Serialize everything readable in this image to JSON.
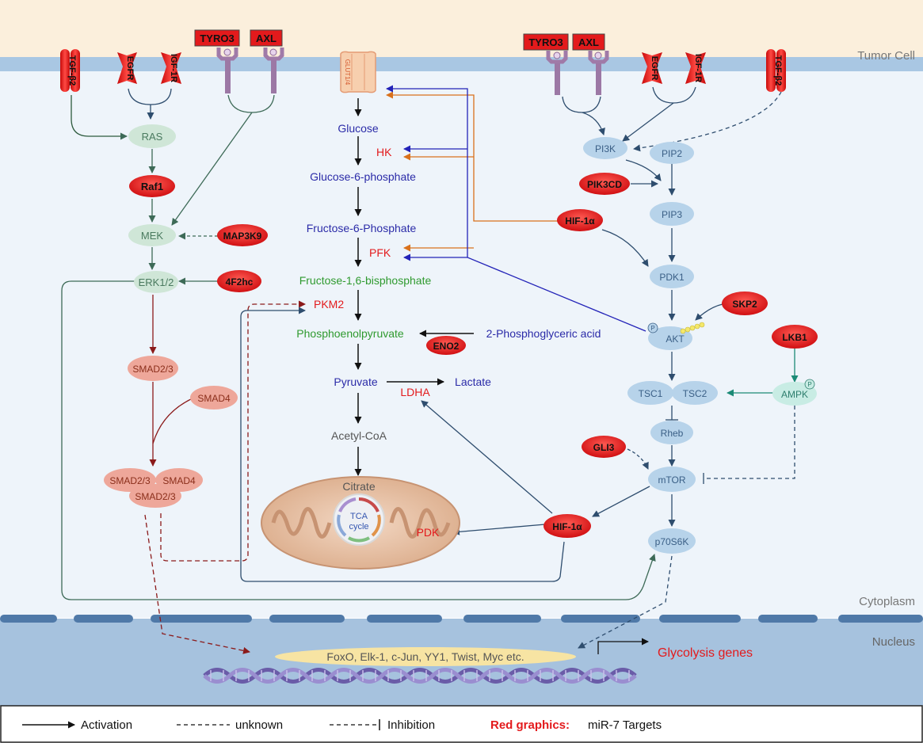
{
  "compartments": {
    "tumor_cell": "Tumor Cell",
    "cytoplasm": "Cytoplasm",
    "nucleus": "Nucleus"
  },
  "receptors": {
    "tgfb2": "TGF-β2",
    "egfr": "EGFR",
    "igf1r": "IGF-1R",
    "tyro3": "TYRO3",
    "axl": "AXL",
    "glut": "GLUT1/4"
  },
  "mapk": {
    "ras": "RAS",
    "raf1": "Raf1",
    "mek": "MEK",
    "map3k9": "MAP3K9",
    "erk": "ERK1/2",
    "f2hc": "4F2hc",
    "smad23": "SMAD2/3",
    "smad4": "SMAD4"
  },
  "glycolysis": {
    "glucose": "Glucose",
    "hk": "HK",
    "g6p": "Glucose-6-phosphate",
    "f6p": "Fructose-6-Phosphate",
    "pfk": "PFK",
    "f16bp": "Fructose-1,6-bisphosphate",
    "pkm2": "PKM2",
    "pep": "Phosphoenolpyruvate",
    "eno2": "ENO2",
    "pga": "2-Phosphoglyceric acid",
    "pyruvate": "Pyruvate",
    "ldha": "LDHA",
    "lactate": "Lactate",
    "acetyl": "Acetyl-CoA",
    "citrate": "Citrate",
    "tca1": "TCA",
    "tca2": "cycle",
    "pdk": "PDK"
  },
  "pi3k": {
    "pi3k": "PI3K",
    "pip2": "PIP2",
    "pik3cd": "PIK3CD",
    "pip3": "PIP3",
    "hif1a": "HIF-1α",
    "pdk1": "PDK1",
    "skp2": "SKP2",
    "akt": "AKT",
    "p": "P",
    "lkb1": "LKB1",
    "tsc1": "TSC1",
    "tsc2": "TSC2",
    "ampk": "AMPK",
    "rheb": "Rheb",
    "gli3": "GLI3",
    "mtor": "mTOR",
    "p70": "p70S6K"
  },
  "nucleus": {
    "tfs": "FoxO, Elk-1, c-Jun, YY1, Twist, Myc etc.",
    "genes": "Glycolysis genes"
  },
  "legend": {
    "activation": "Activation",
    "unknown": "unknown",
    "inhibition": "Inhibition",
    "red_bold": "Red graphics:",
    "red_rest": "miR-7 Targets"
  },
  "colors": {
    "red": "#e31a1c",
    "blue_text": "#2b2ba8",
    "green_text": "#2f9a2f",
    "node_blue": "#b7d3ea",
    "node_green": "#cfe6d7",
    "node_salmon": "#eea79a",
    "membrane": "#a9c7e3",
    "nucleus_bg": "#a6c2de"
  }
}
